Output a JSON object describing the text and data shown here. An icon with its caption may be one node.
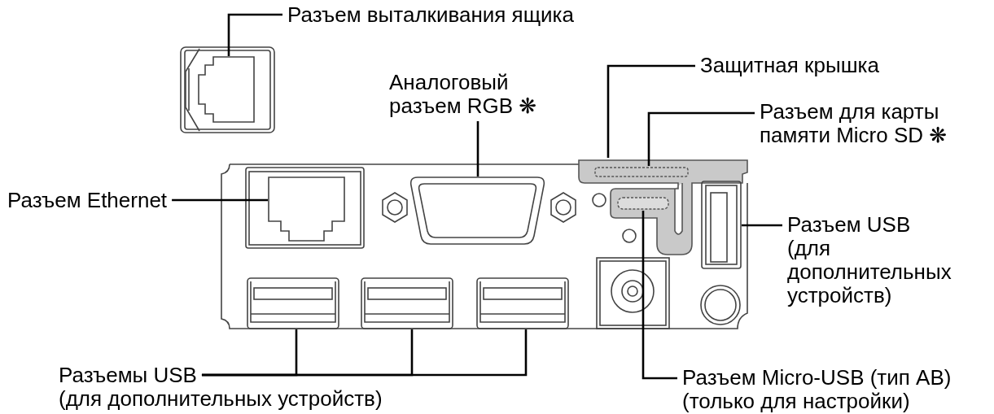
{
  "diagram": {
    "nodes": [
      {
        "text": [
          "Разъем выталкивания ящика"
        ]
      },
      {
        "text": [],
        "shape": "box"
      },
      {
        "text": [
          "Аналоговый разъем RGB ❋"
        ]
      },
      {
        "text": [],
        "shape": "box"
      },
      {
        "text": [
          "Защитная крышка"
        ]
      },
      {
        "text": [],
        "shape": "box"
      },
      {
        "text": [
          "Разъем для карты памяти Micro SD ❋"
        ]
      },
      {
        "text": [],
        "shape": "box",
        "in": 5
      },
      {
        "text": [
          "Разъем Ethernet"
        ]
      },
      {
        "text": [],
        "shape": "box"
      },
      {
        "text": [
          "Разъем USB",
          "(для дополнительных устройств)"
        ]
      },
      {
        "text": [],
        "shape": "box"
      },
      {
        "text": [
          "Разъемы USB",
          "(для дополнительных устройств)"
        ]
      },
      {
        "text": [],
        "shape": "box"
      },
      {
        "text": [],
        "shape": "box"
      },
      {
        "text": [],
        "shape": "box"
      },
      {
        "text": [
          "Разъем Micro-USB (тип AB)",
          "(только для настройки)"
        ]
      },
      {
        "text": [],
        "shape": "box",
        "in": 5
      }
    ],
    "edges": [
      {
        "from": 0,
        "to": 1,
        "arrow": "none"
      },
      {
        "from": 2,
        "to": 3,
        "arrow": "none"
      },
      {
        "from": 4,
        "to": 5,
        "arrow": "none"
      },
      {
        "from": 6,
        "to": 7,
        "arrow": "none"
      },
      {
        "from": 8,
        "to": 9,
        "arrow": "none"
      },
      {
        "from": 10,
        "to": 11,
        "arrow": "none"
      },
      {
        "from": 12,
        "to": 13,
        "arrow": "none"
      },
      {
        "from": 12,
        "to": 14,
        "arrow": "none"
      },
      {
        "from": 12,
        "to": 15,
        "arrow": "none"
      },
      {
        "from": 16,
        "to": 17,
        "arrow": "none"
      }
    ]
  }
}
